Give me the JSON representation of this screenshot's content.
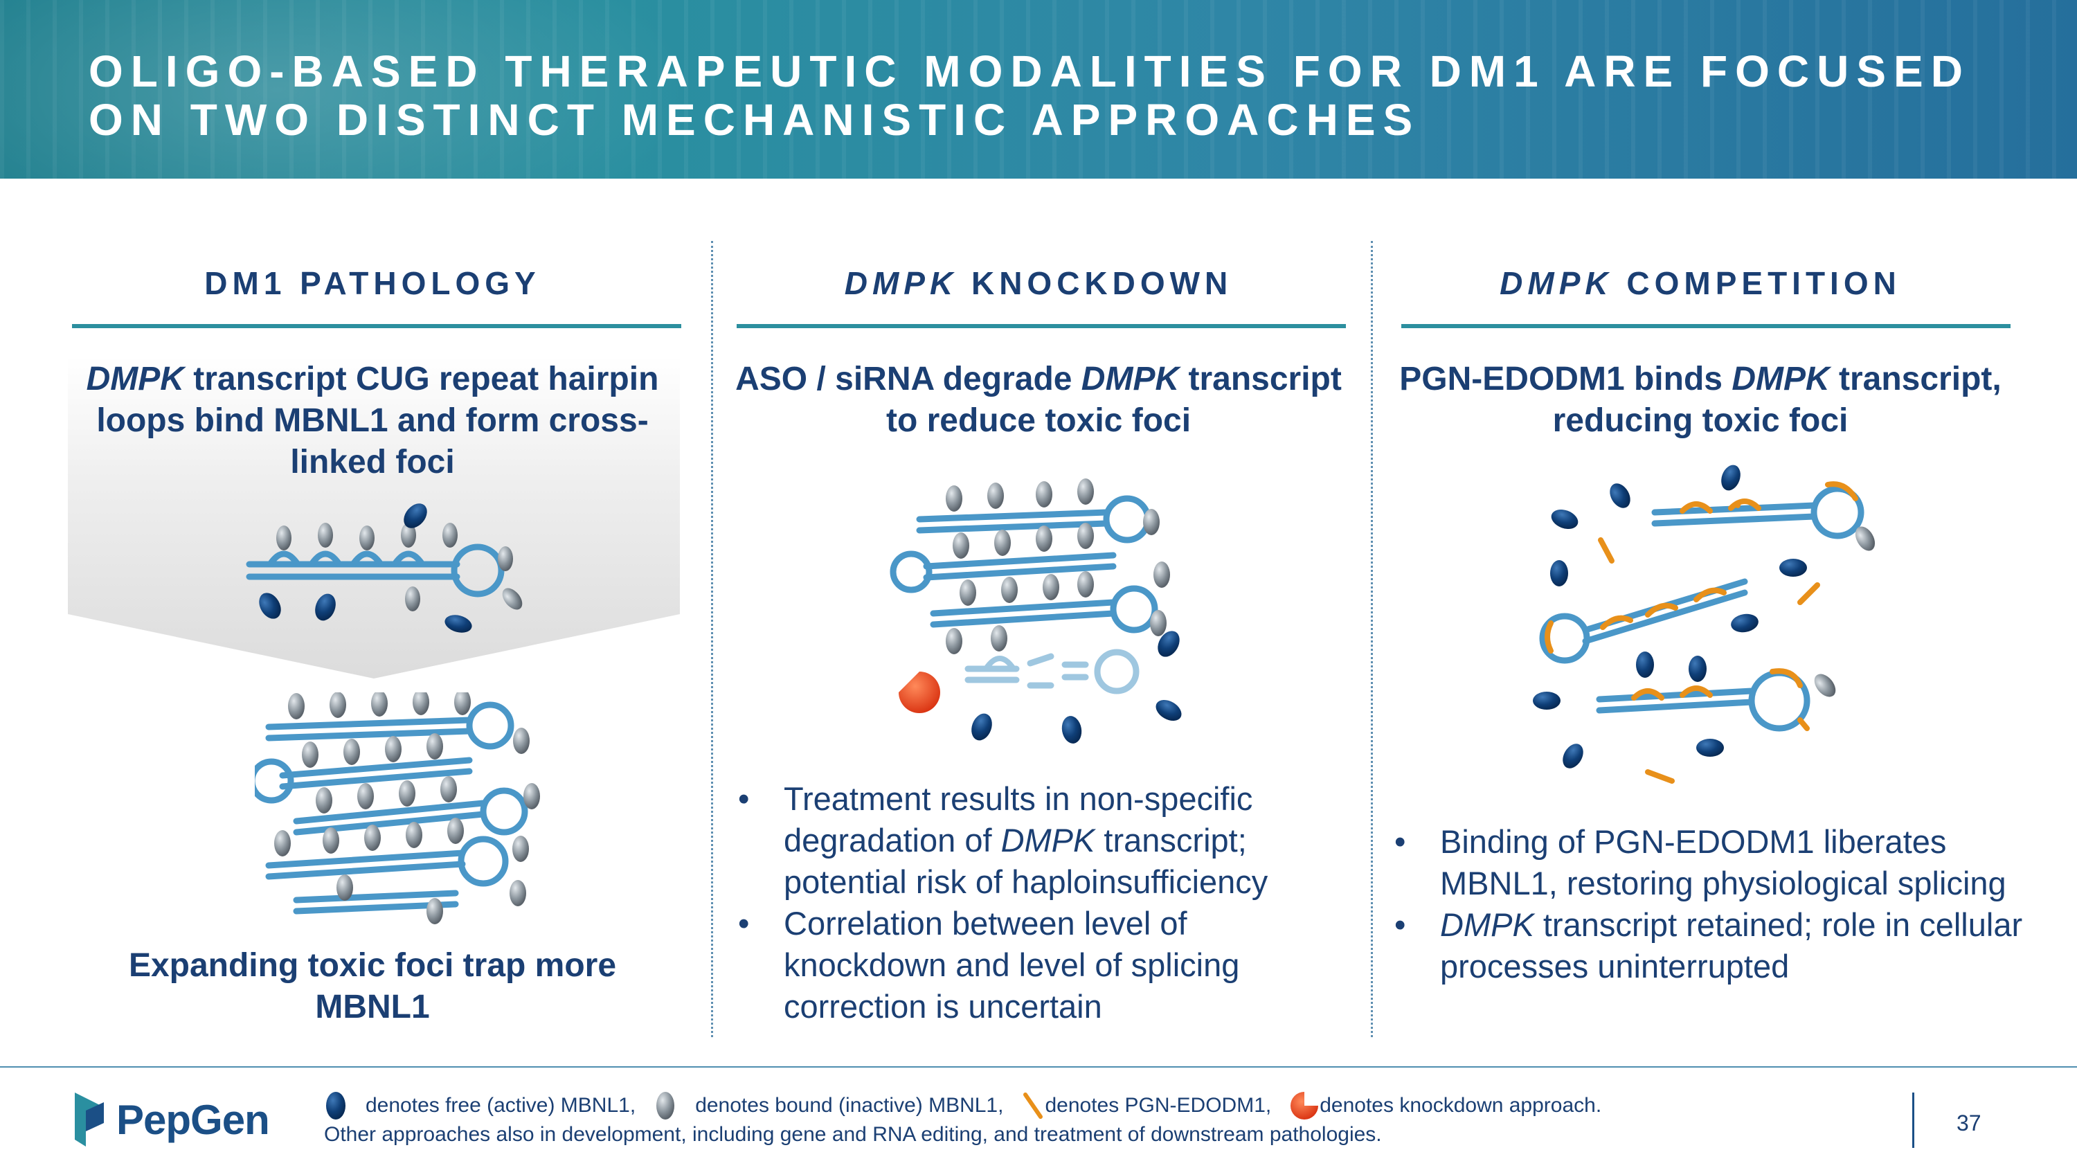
{
  "header": {
    "title": "OLIGO-BASED THERAPEUTIC MODALITIES FOR DM1 ARE FOCUSED ON TWO DISTINCT MECHANISTIC APPROACHES"
  },
  "columns": [
    {
      "heading": "DM1 PATHOLOGY",
      "subhead_italic": "DMPK",
      "subhead_rest": " transcript CUG repeat hairpin loops bind MBNL1 and form cross-linked foci",
      "caption": "Expanding toxic foci trap more MBNL1"
    },
    {
      "heading_italic": "DMPK",
      "heading_rest": " KNOCKDOWN",
      "subhead_pre": "ASO / siRNA degrade ",
      "subhead_italic": "DMPK",
      "subhead_post": " transcript to reduce toxic foci",
      "bullets": [
        {
          "pre": "Treatment results in non-specific degradation of ",
          "italic": "DMPK",
          "post": " transcript; potential risk of haploinsufficiency"
        },
        {
          "pre": "Correlation between level of knockdown and level of splicing correction is uncertain",
          "italic": "",
          "post": ""
        }
      ]
    },
    {
      "heading_italic": "DMPK",
      "heading_rest": " COMPETITION",
      "subhead_pre": "PGN-EDODM1 binds ",
      "subhead_italic": "DMPK",
      "subhead_post": " transcript, reducing toxic foci",
      "bullets": [
        {
          "pre": "Binding of PGN-EDODM1 liberates MBNL1, restoring physiological splicing",
          "italic": "",
          "post": ""
        },
        {
          "pre": "",
          "italic": "DMPK",
          "post": " transcript retained; role in cellular processes uninterrupted"
        }
      ]
    }
  ],
  "footer": {
    "logo_text": "PepGen",
    "legend_free": "denotes free (active) MBNL1,",
    "legend_bound": "denotes bound (inactive) MBNL1,",
    "legend_pgn": "denotes PGN-EDODM1,",
    "legend_knockdown": "denotes knockdown approach.",
    "note": "Other approaches also in development, including gene and RNA editing, and treatment of downstream pathologies.",
    "page_number": "37"
  },
  "colors": {
    "banner": "#2a8fa0",
    "navy_text": "#1b3f73",
    "teal_rule": "#2c8f9f",
    "rna_blue": "#4a97c8",
    "free_mbnl1": "#0f3f78",
    "bound_mbnl1": "#8c969e",
    "pgn_orange": "#e8901a",
    "knockdown_red": "#e8401c"
  },
  "icons": {
    "free_mbnl1": "dark-blue-oval-icon",
    "bound_mbnl1": "gray-oval-icon",
    "pgn": "orange-dash-icon",
    "knockdown": "red-pacman-icon",
    "logo": "pepgen-logo-icon"
  }
}
